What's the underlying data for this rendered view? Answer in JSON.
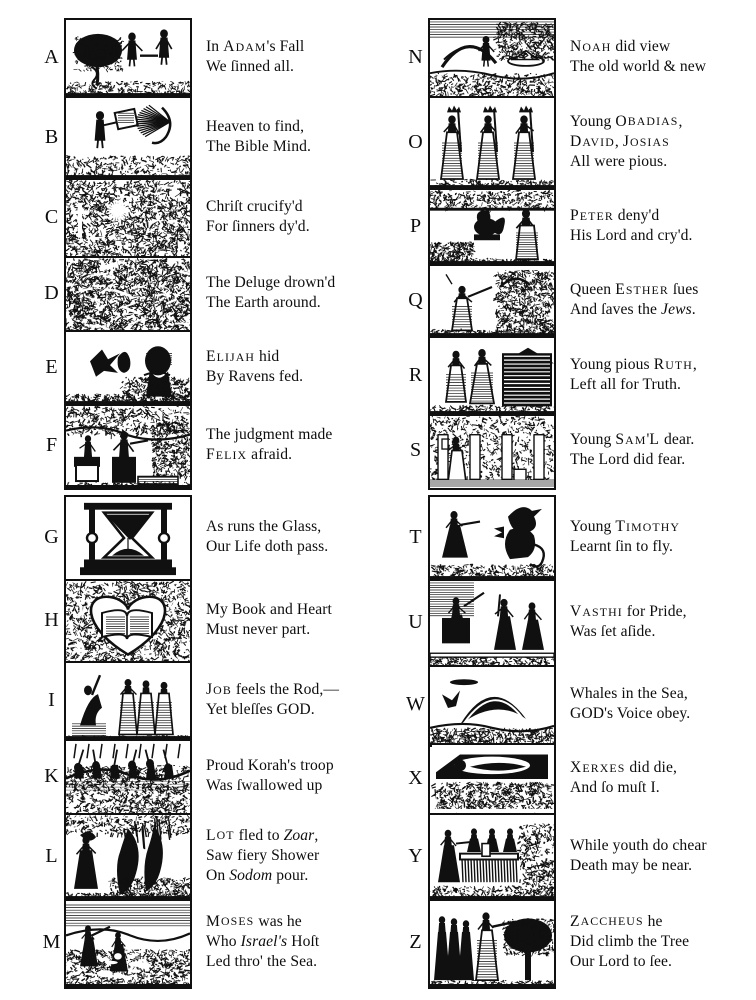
{
  "document": {
    "title": "The New England Primer — Illustrated Alphabet",
    "ink_color": "#101010",
    "paper_color": "#ffffff"
  },
  "quadrants": [
    {
      "id": "top-left",
      "entries": [
        {
          "letter": "A",
          "cut_name": "adam-and-eve-tree-cut",
          "lines": [
            "In ADAM's Fall",
            "We ſinned all."
          ],
          "rich_lines": [
            [
              {
                "t": "In ",
                "s": "roman"
              },
              {
                "t": "ADAM",
                "s": "smallcaps"
              },
              {
                "t": "'s Fall",
                "s": "roman"
              }
            ],
            [
              {
                "t": "We ſinned all.",
                "s": "roman"
              }
            ]
          ]
        },
        {
          "letter": "B",
          "cut_name": "child-with-bible-cut",
          "lines": [
            "Heaven to find,",
            "The Bible Mind."
          ],
          "rich_lines": [
            [
              {
                "t": "Heaven to find,",
                "s": "roman"
              }
            ],
            [
              {
                "t": "The Bible Mind.",
                "s": "roman"
              }
            ]
          ]
        },
        {
          "letter": "C",
          "cut_name": "crucifixion-cross-cut",
          "lines": [
            "Chriſt crucify'd",
            "For ſinners dy'd."
          ],
          "rich_lines": [
            [
              {
                "t": "Chriſt crucify'd",
                "s": "roman"
              }
            ],
            [
              {
                "t": "For ſinners dy'd.",
                "s": "roman"
              }
            ]
          ]
        },
        {
          "letter": "D",
          "cut_name": "deluge-flood-cut",
          "lines": [
            "The Deluge drown'd",
            "The Earth around."
          ],
          "rich_lines": [
            [
              {
                "t": "The Deluge drown'd",
                "s": "roman"
              }
            ],
            [
              {
                "t": "The Earth around.",
                "s": "roman"
              }
            ]
          ]
        },
        {
          "letter": "E",
          "cut_name": "elijah-ravens-cut",
          "lines": [
            "ELIJAH hid",
            "By Ravens fed."
          ],
          "rich_lines": [
            [
              {
                "t": "ELIJAH",
                "s": "smallcaps"
              },
              {
                "t": " hid",
                "s": "roman"
              }
            ],
            [
              {
                "t": "By Ravens fed.",
                "s": "roman"
              }
            ]
          ]
        },
        {
          "letter": "F",
          "cut_name": "felix-judgment-cut",
          "lines": [
            "The judgment made",
            "FELIX afraid."
          ],
          "rich_lines": [
            [
              {
                "t": "The judgment made",
                "s": "roman"
              }
            ],
            [
              {
                "t": "FELIX",
                "s": "smallcaps"
              },
              {
                "t": " afraid.",
                "s": "roman"
              }
            ]
          ]
        }
      ]
    },
    {
      "id": "top-right",
      "entries": [
        {
          "letter": "N",
          "cut_name": "noah-ark-cut",
          "lines": [
            "NOAH did view",
            "The old world & new"
          ],
          "rich_lines": [
            [
              {
                "t": "NOAH",
                "s": "smallcaps"
              },
              {
                "t": " did view",
                "s": "roman"
              }
            ],
            [
              {
                "t": "The old world & new",
                "s": "roman"
              }
            ]
          ]
        },
        {
          "letter": "O",
          "cut_name": "obadias-david-josias-cut",
          "lines": [
            "Young OBADIAS,",
            "DAVID, JOSIAS",
            "All were pious."
          ],
          "rich_lines": [
            [
              {
                "t": "Young ",
                "s": "roman"
              },
              {
                "t": "OBADIAS",
                "s": "smallcaps"
              },
              {
                "t": ",",
                "s": "roman"
              }
            ],
            [
              {
                "t": "DAVID",
                "s": "smallcaps"
              },
              {
                "t": ", ",
                "s": "roman"
              },
              {
                "t": "JOSIAS",
                "s": "smallcaps"
              }
            ],
            [
              {
                "t": "All were pious.",
                "s": "roman"
              }
            ]
          ]
        },
        {
          "letter": "P",
          "cut_name": "peter-cock-crowing-cut",
          "lines": [
            "PETER deny'd",
            "His Lord and cry'd."
          ],
          "rich_lines": [
            [
              {
                "t": "PETER",
                "s": "smallcaps"
              },
              {
                "t": " deny'd",
                "s": "roman"
              }
            ],
            [
              {
                "t": "His Lord and cry'd.",
                "s": "roman"
              }
            ]
          ]
        },
        {
          "letter": "Q",
          "cut_name": "queen-esther-cut",
          "lines": [
            "Queen ESTHER ſues",
            "And ſaves the Jews."
          ],
          "rich_lines": [
            [
              {
                "t": "Queen ",
                "s": "roman"
              },
              {
                "t": "ESTHER",
                "s": "smallcaps"
              },
              {
                "t": " ſues",
                "s": "roman"
              }
            ],
            [
              {
                "t": "And ſaves the ",
                "s": "roman"
              },
              {
                "t": "Jews",
                "s": "italic"
              },
              {
                "t": ".",
                "s": "roman"
              }
            ]
          ]
        },
        {
          "letter": "R",
          "cut_name": "ruth-and-naomi-cut",
          "lines": [
            "Young pious RUTH,",
            "Left all for Truth."
          ],
          "rich_lines": [
            [
              {
                "t": "Young pious ",
                "s": "roman"
              },
              {
                "t": "RUTH",
                "s": "smallcaps"
              },
              {
                "t": ",",
                "s": "roman"
              }
            ],
            [
              {
                "t": "Left all for Truth.",
                "s": "roman"
              }
            ]
          ]
        },
        {
          "letter": "S",
          "cut_name": "samuel-temple-cut",
          "lines": [
            "Young SAM'L dear.",
            "The Lord did fear."
          ],
          "rich_lines": [
            [
              {
                "t": "Young ",
                "s": "roman"
              },
              {
                "t": "SAM",
                "s": "smallcaps"
              },
              {
                "t": "'",
                "s": "roman"
              },
              {
                "t": "L",
                "s": "smallcaps"
              },
              {
                "t": " dear.",
                "s": "roman"
              }
            ],
            [
              {
                "t": "The Lord did fear.",
                "s": "roman"
              }
            ]
          ]
        }
      ]
    },
    {
      "id": "bottom-left",
      "entries": [
        {
          "letter": "G",
          "cut_name": "hourglass-cut",
          "lines": [
            "As runs the Glass,",
            "Our Life doth pass."
          ],
          "rich_lines": [
            [
              {
                "t": "As runs the Glass,",
                "s": "roman"
              }
            ],
            [
              {
                "t": "Our Life doth pass.",
                "s": "roman"
              }
            ]
          ]
        },
        {
          "letter": "H",
          "cut_name": "heart-and-book-cut",
          "lines": [
            "My Book and Heart",
            "Must never part."
          ],
          "rich_lines": [
            [
              {
                "t": "My Book and Heart",
                "s": "roman"
              }
            ],
            [
              {
                "t": "Must never part.",
                "s": "roman"
              }
            ]
          ]
        },
        {
          "letter": "I",
          "cut_name": "job-and-comforters-cut",
          "lines": [
            "JOB feels the Rod,—",
            "Yet bleſſes GOD."
          ],
          "rich_lines": [
            [
              {
                "t": "JOB",
                "s": "smallcaps"
              },
              {
                "t": " feels the Rod,—",
                "s": "roman"
              }
            ],
            [
              {
                "t": "Yet bleſſes GOD.",
                "s": "roman"
              }
            ]
          ]
        },
        {
          "letter": "K",
          "cut_name": "korah-swallowed-cut",
          "lines": [
            "Proud Korah's troop",
            "Was ſwallowed up"
          ],
          "rich_lines": [
            [
              {
                "t": "Proud Korah's troop",
                "s": "roman"
              }
            ],
            [
              {
                "t": "Was ſwallowed up",
                "s": "roman"
              }
            ]
          ]
        },
        {
          "letter": "L",
          "cut_name": "lot-fleeing-sodom-cut",
          "lines": [
            "LOT fled to Zoar,",
            "Saw fiery Shower",
            "On Sodom pour."
          ],
          "rich_lines": [
            [
              {
                "t": "LOT",
                "s": "smallcaps"
              },
              {
                "t": " fled to ",
                "s": "roman"
              },
              {
                "t": "Zoar",
                "s": "italic"
              },
              {
                "t": ",",
                "s": "roman"
              }
            ],
            [
              {
                "t": "Saw fiery Shower",
                "s": "roman"
              }
            ],
            [
              {
                "t": "On ",
                "s": "roman"
              },
              {
                "t": "Sodom",
                "s": "italic"
              },
              {
                "t": " pour.",
                "s": "roman"
              }
            ]
          ]
        },
        {
          "letter": "M",
          "cut_name": "moses-red-sea-cut",
          "lines": [
            "MOSES was he",
            "Who Israel's Hoſt",
            "Led thro' the Sea."
          ],
          "rich_lines": [
            [
              {
                "t": "MOSES",
                "s": "smallcaps"
              },
              {
                "t": " was he",
                "s": "roman"
              }
            ],
            [
              {
                "t": "Who ",
                "s": "roman"
              },
              {
                "t": "Israel's",
                "s": "italic"
              },
              {
                "t": " Hoſt",
                "s": "roman"
              }
            ],
            [
              {
                "t": "Led thro' the Sea.",
                "s": "roman"
              }
            ]
          ]
        }
      ]
    },
    {
      "id": "bottom-right",
      "entries": [
        {
          "letter": "T",
          "cut_name": "timothy-and-beast-cut",
          "lines": [
            "Young TIMOTHY",
            "Learnt ſin to fly."
          ],
          "rich_lines": [
            [
              {
                "t": "Young ",
                "s": "roman"
              },
              {
                "t": "TIMOTHY",
                "s": "smallcaps"
              }
            ],
            [
              {
                "t": "Learnt ſin to fly.",
                "s": "roman"
              }
            ]
          ]
        },
        {
          "letter": "U",
          "cut_name": "vashti-set-aside-cut",
          "lines": [
            "VASTHI for Pride,",
            "Was ſet aſide."
          ],
          "rich_lines": [
            [
              {
                "t": "VASTHI",
                "s": "smallcaps"
              },
              {
                "t": " for Pride,",
                "s": "roman"
              }
            ],
            [
              {
                "t": "Was ſet aſide.",
                "s": "roman"
              }
            ]
          ]
        },
        {
          "letter": "W",
          "cut_name": "whale-in-sea-cut",
          "lines": [
            "Whales in the Sea,",
            "GOD's Voice obey."
          ],
          "rich_lines": [
            [
              {
                "t": "Whales in the Sea,",
                "s": "roman"
              }
            ],
            [
              {
                "t": "GOD's Voice obey.",
                "s": "roman"
              }
            ]
          ]
        },
        {
          "letter": "X",
          "cut_name": "xerxes-deathbed-cut",
          "lines": [
            "XERXES did die,",
            "And ſo muſt I."
          ],
          "rich_lines": [
            [
              {
                "t": "XERXES",
                "s": "smallcaps"
              },
              {
                "t": " did die,",
                "s": "roman"
              }
            ],
            [
              {
                "t": "And ſo muſt I.",
                "s": "roman"
              }
            ]
          ]
        },
        {
          "letter": "Y",
          "cut_name": "youth-at-table-cut",
          "lines": [
            "While youth do chear",
            "Death may be near."
          ],
          "rich_lines": [
            [
              {
                "t": "While youth do chear",
                "s": "roman"
              }
            ],
            [
              {
                "t": "Death may be near.",
                "s": "roman"
              }
            ]
          ]
        },
        {
          "letter": "Z",
          "cut_name": "zaccheus-in-tree-cut",
          "lines": [
            "ZACCHEUS he",
            "Did climb the Tree",
            "Our Lord to ſee."
          ],
          "rich_lines": [
            [
              {
                "t": "ZACCHEUS",
                "s": "smallcaps"
              },
              {
                "t": " he",
                "s": "roman"
              }
            ],
            [
              {
                "t": "Did climb the Tree",
                "s": "roman"
              }
            ],
            [
              {
                "t": "Our Lord to ſee.",
                "s": "roman"
              }
            ]
          ]
        }
      ]
    }
  ],
  "layout": {
    "quadrant_row_heights": [
      487,
      513
    ],
    "entry_heights": {
      "top-left": [
        78,
        82,
        78,
        74,
        74,
        82
      ],
      "top-right": [
        78,
        92,
        76,
        72,
        78,
        72
      ],
      "bottom-left": [
        84,
        82,
        78,
        74,
        86,
        86
      ],
      "bottom-right": [
        84,
        86,
        78,
        70,
        86,
        86
      ]
    }
  }
}
